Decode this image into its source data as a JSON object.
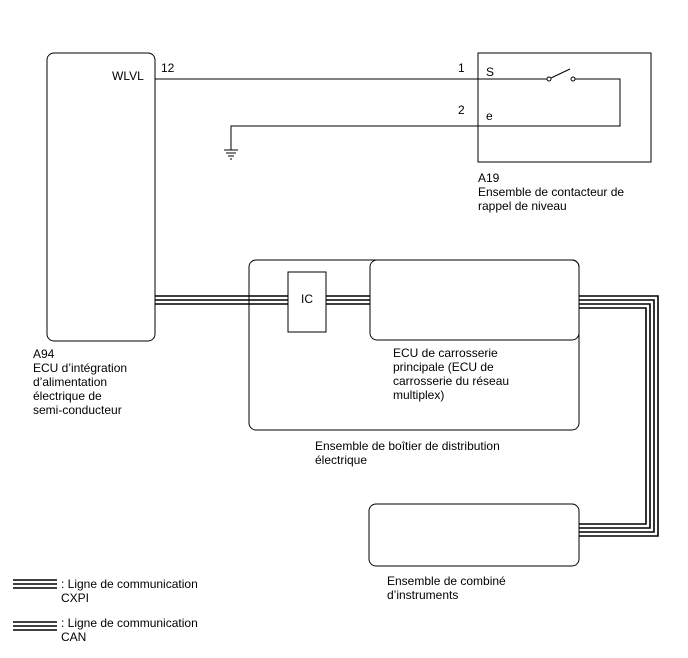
{
  "ecu_a94": {
    "code": "A94",
    "terminal_name": "WLVL",
    "name_lines": [
      "ECU d’intégration",
      "d’alimentation",
      "électrique de",
      "semi-conducteur"
    ]
  },
  "switch_a19": {
    "code": "A19",
    "terminal_s": "S",
    "terminal_e": "e",
    "name_lines": [
      "Ensemble de contacteur de",
      "rappel de niveau"
    ]
  },
  "wires": {
    "pin_12": "12",
    "pin_1": "1",
    "pin_2": "2"
  },
  "junction_box": {
    "ic_label": "IC",
    "name_lines": [
      "Ensemble de boîtier de distribution",
      "électrique"
    ],
    "main_body_ecu_lines": [
      "ECU de carrosserie",
      "principale (ECU de",
      "carrosserie du réseau",
      "multiplex)"
    ]
  },
  "meter": {
    "name_lines": [
      "Ensemble de combiné",
      "d’instruments"
    ]
  },
  "legend": {
    "cxpi_lines": [
      ": Ligne de communication",
      "CXPI"
    ],
    "can_lines": [
      ": Ligne de communication",
      "CAN"
    ]
  }
}
